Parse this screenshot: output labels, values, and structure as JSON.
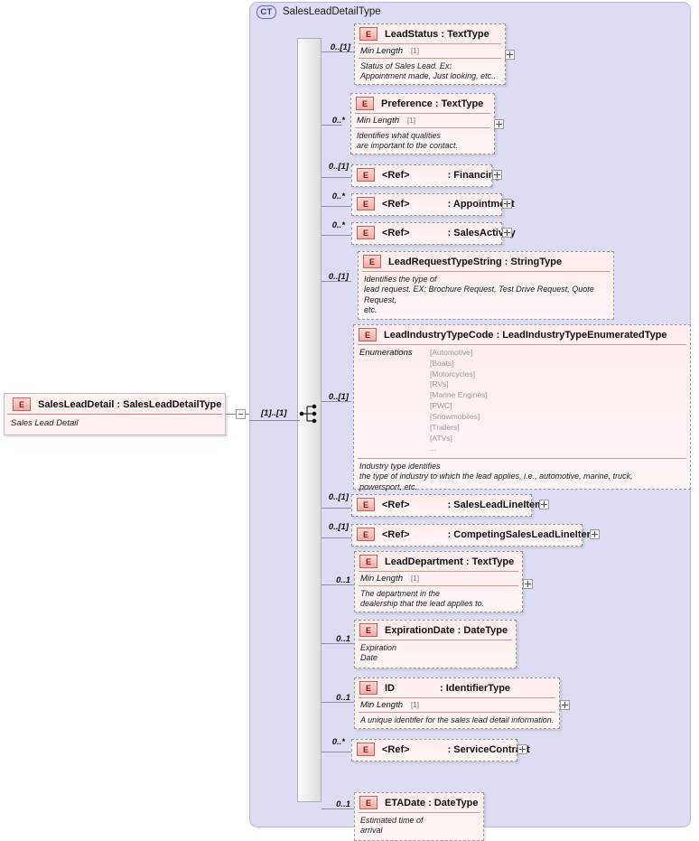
{
  "diagram": {
    "type": "xml-schema-diagram",
    "container": {
      "badge": "CT",
      "title": "SalesLeadDetailType"
    },
    "root_element": {
      "badge": "E",
      "name": "SalesLeadDetail : SalesLeadDetailType",
      "documentation": "Sales Lead Detail",
      "multiplicity": "[1]..[1]"
    },
    "compositor": "sequence-icon",
    "children": [
      {
        "badge": "E",
        "kind": "element",
        "name": "LeadStatus : TextType",
        "multiplicity": "0..[1]",
        "facet_name": "Min Length",
        "facet_value": "[1]",
        "documentation": "Status of Sales Lead. Ex:\nAppointment made, Just looking, etc..",
        "expander": "+"
      },
      {
        "badge": "E",
        "kind": "element",
        "name": "Preference : TextType",
        "multiplicity": "0..*",
        "facet_name": "Min Length",
        "facet_value": "[1]",
        "documentation": "Identifies what qualities\nare important to the contact.",
        "expander": "+"
      },
      {
        "badge": "E",
        "kind": "ref",
        "ref_label": "<Ref>",
        "ref_type": ": Financing",
        "multiplicity": "0..[1]",
        "expander": "+"
      },
      {
        "badge": "E",
        "kind": "ref",
        "ref_label": "<Ref>",
        "ref_type": ": Appointment",
        "multiplicity": "0..*",
        "expander": "+"
      },
      {
        "badge": "E",
        "kind": "ref",
        "ref_label": "<Ref>",
        "ref_type": ": SalesActivity",
        "multiplicity": "0..*",
        "expander": "+"
      },
      {
        "badge": "E",
        "kind": "element",
        "name": "LeadRequestTypeString : StringType",
        "multiplicity": "0..[1]",
        "documentation": "Identifies the type of\n    lead request. EX: Brochure Request, Test Drive Request, Quote Request,\netc."
      },
      {
        "badge": "E",
        "kind": "element",
        "name": "LeadIndustryTypeCode : LeadIndustryTypeEnumeratedType",
        "multiplicity": "0..[1]",
        "enum_label": "Enumerations",
        "enum_values": [
          "[Automotive]",
          "[Boats]",
          "[Motorcycles]",
          "[RVs]",
          "[Marine Engines]",
          "[PWC]",
          "[Snowmobiles]",
          "[Trailers]",
          "[ATVs]",
          "..."
        ],
        "documentation": "Industry type identifies\nthe type of industry to which the lead applies, i.e., automotive, marine, truck,\npowersport, etc."
      },
      {
        "badge": "E",
        "kind": "ref",
        "ref_label": "<Ref>",
        "ref_type": ": SalesLeadLineItem",
        "multiplicity": "0..[1]",
        "expander": "+"
      },
      {
        "badge": "E",
        "kind": "ref",
        "ref_label": "<Ref>",
        "ref_type": ": CompetingSalesLeadLineItem",
        "multiplicity": "0..[1]",
        "expander": "+"
      },
      {
        "badge": "E",
        "kind": "element",
        "name": "LeadDepartment : TextType",
        "multiplicity": "0..1",
        "facet_name": "Min Length",
        "facet_value": "[1]",
        "documentation": "The department in the\ndealership that the lead applies to.",
        "expander": "+"
      },
      {
        "badge": "E",
        "kind": "element",
        "name": "ExpirationDate : DateType",
        "multiplicity": "0..1",
        "documentation": "Expiration\nDate"
      },
      {
        "badge": "E",
        "kind": "element",
        "name": "ID",
        "name_suffix": ": IdentifierType",
        "multiplicity": "0..1",
        "facet_name": "Min Length",
        "facet_value": "[1]",
        "documentation": "A unique identifer for the sales lead detail information.",
        "expander": "+"
      },
      {
        "badge": "E",
        "kind": "ref",
        "ref_label": "<Ref>",
        "ref_type": ": ServiceContract",
        "multiplicity": "0..*",
        "expander": "+"
      },
      {
        "badge": "E",
        "kind": "element",
        "name": "ETADate : DateType",
        "multiplicity": "0..1",
        "documentation": "Estimated time of\narrival"
      }
    ],
    "colors": {
      "container_bg": "#dcdcf2",
      "node_bg": "#fdeceb",
      "badge_border": "#b06a6a",
      "connector": "#8e8ea8"
    }
  }
}
